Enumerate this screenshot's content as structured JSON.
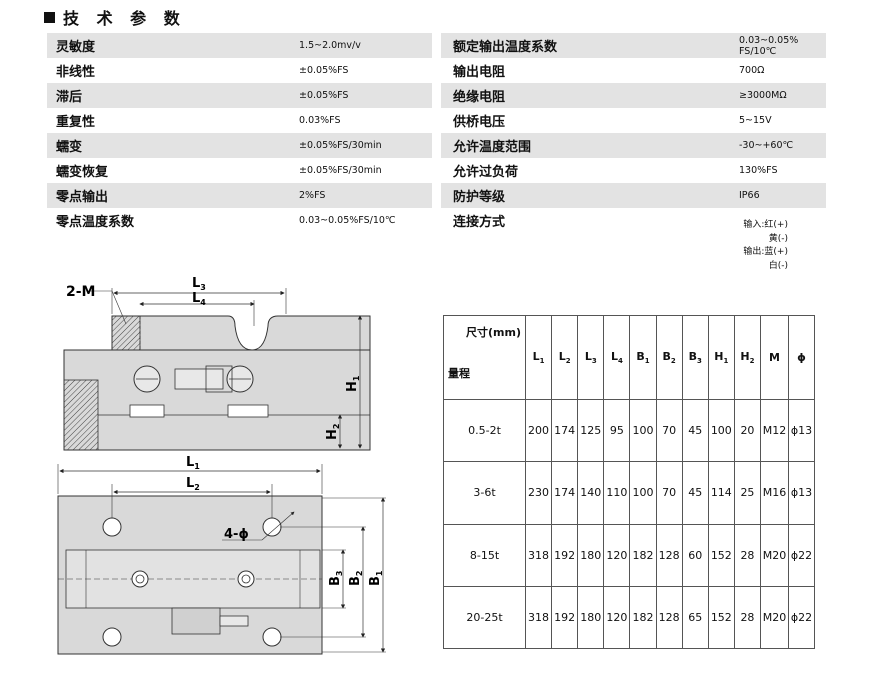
{
  "title": "技 术 参 数",
  "spec_left": [
    {
      "key": "灵敏度",
      "value": "1.5~2.0mv/v"
    },
    {
      "key": "非线性",
      "value": "±0.05%FS"
    },
    {
      "key": "滞后",
      "value": "±0.05%FS"
    },
    {
      "key": "重复性",
      "value": "0.03%FS"
    },
    {
      "key": "蠕变",
      "value": "±0.05%FS/30min"
    },
    {
      "key": "蠕变恢复",
      "value": "±0.05%FS/30min"
    },
    {
      "key": "零点输出",
      "value": "2%FS"
    },
    {
      "key": "零点温度系数",
      "value": "0.03~0.05%FS/10℃"
    }
  ],
  "spec_right": [
    {
      "key": "额定输出温度系数",
      "value_line1": "0.03~0.05%",
      "value_line2": "FS/10℃"
    },
    {
      "key": "输出电阻",
      "value_line1": "700Ω"
    },
    {
      "key": "绝缘电阻",
      "value_line1": "≥3000MΩ"
    },
    {
      "key": "供桥电压",
      "value_line1": "5~15V"
    },
    {
      "key": "允许温度范围",
      "value_line1": "-30~+60℃"
    },
    {
      "key": "允许过负荷",
      "value_line1": "130%FS"
    },
    {
      "key": "防护等级",
      "value_line1": "IP66"
    },
    {
      "key": "连接方式",
      "value_line1": ""
    }
  ],
  "connection": [
    "输入:红(+)",
    "黄(-)",
    "输出:蓝(+)",
    "白(-)"
  ],
  "drawing_labels": {
    "thread": "2-M",
    "L3": "L",
    "L3s": "3",
    "L4": "L",
    "L4s": "4",
    "H1": "H",
    "H1s": "1",
    "H2": "H",
    "H2s": "2",
    "L1": "L",
    "L1s": "1",
    "L2": "L",
    "L2s": "2",
    "holes": "4-ϕ",
    "B1": "B",
    "B1s": "1",
    "B2": "B",
    "B2s": "2",
    "B3": "B",
    "B3s": "3"
  },
  "table": {
    "header_size": "尺寸(mm)",
    "header_range": "量程",
    "columns": [
      {
        "base": "L",
        "sub": "1"
      },
      {
        "base": "L",
        "sub": "2"
      },
      {
        "base": "L",
        "sub": "3"
      },
      {
        "base": "L",
        "sub": "4"
      },
      {
        "base": "B",
        "sub": "1"
      },
      {
        "base": "B",
        "sub": "2"
      },
      {
        "base": "B",
        "sub": "3"
      },
      {
        "base": "H",
        "sub": "1"
      },
      {
        "base": "H",
        "sub": "2"
      },
      {
        "base": "M",
        "sub": ""
      },
      {
        "base": "ϕ",
        "sub": ""
      }
    ],
    "rows": [
      {
        "range": "0.5-2t",
        "values": [
          "200",
          "174",
          "125",
          "95",
          "100",
          "70",
          "45",
          "100",
          "20",
          "M12",
          "ϕ13"
        ]
      },
      {
        "range": "3-6t",
        "values": [
          "230",
          "174",
          "140",
          "110",
          "100",
          "70",
          "45",
          "114",
          "25",
          "M16",
          "ϕ13"
        ]
      },
      {
        "range": "8-15t",
        "values": [
          "318",
          "192",
          "180",
          "120",
          "182",
          "128",
          "60",
          "152",
          "28",
          "M20",
          "ϕ22"
        ]
      },
      {
        "range": "20-25t",
        "values": [
          "318",
          "192",
          "180",
          "120",
          "182",
          "128",
          "65",
          "152",
          "28",
          "M20",
          "ϕ22"
        ]
      }
    ]
  }
}
